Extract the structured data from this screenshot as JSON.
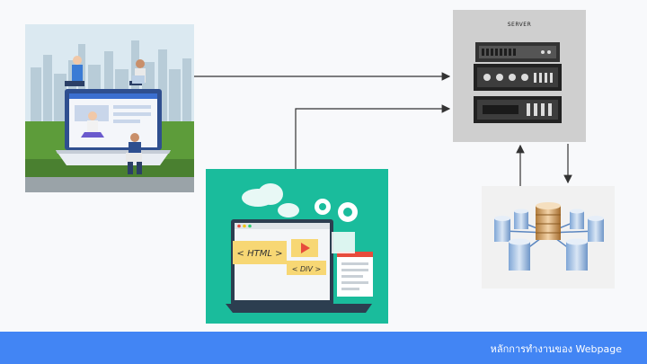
{
  "server": {
    "label": "SERVER"
  },
  "webpage_panel": {
    "html_tag": "< HTML >",
    "div_tag": "< DIV >"
  },
  "footer": {
    "caption": "หลักการทำงานของ Webpage"
  },
  "colors": {
    "footer_bar": "#4285f4",
    "web_panel_bg": "#1abc9c",
    "server_panel_bg": "#cfcfcf",
    "arrow": "#333333"
  },
  "icons": [
    "users-illustration",
    "server-rack-icon",
    "webpage-illustration",
    "database-cluster-icon"
  ]
}
